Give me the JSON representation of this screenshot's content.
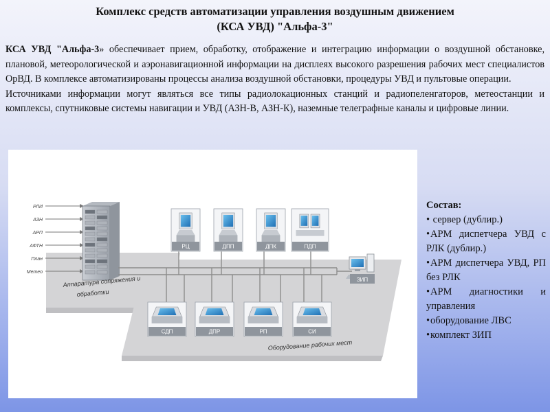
{
  "header": {
    "title_line1": "Комплекс средств автоматизации управления воздушным движением",
    "title_line2": "(КСА УВД) \"Альфа-3\""
  },
  "intro": {
    "lead_bold": "КСА УВД \"Альфа-3",
    "para1_rest": "» обеспечивает прием, обработку, отображение и интеграцию информации о воздушной обстановке, плановой, метеорологической и аэронавигационной информации на дисплеях высокого разрешения рабочих мест специалистов ОрВД. В комплексе автоматизированы процессы анализа воздушной обстановки, процедуры УВД и пультовые операции.",
    "para2": "Источниками информации могут являться все типы радиолокационных станций и радиопеленгаторов, метеостанции и комплексы, спутниковые системы навигации и УВД (АЗН-В, АЗН-К), наземные телеграфные каналы и цифровые линии."
  },
  "diagram": {
    "inputs": [
      "РЛИ",
      "АЗН",
      "АРП",
      "АФТН",
      "План",
      "Метео"
    ],
    "rack_caption_line1": "Аппаратура сопряжения и",
    "rack_caption_line2": "обработки",
    "top_stations": [
      "РЦ",
      "ДПП",
      "ДПК",
      "ПДП"
    ],
    "bottom_stations": [
      "СДП",
      "ДПР",
      "РП",
      "СИ"
    ],
    "spare_label": "ЗИП",
    "workstations_caption": "Оборудование рабочих мест"
  },
  "composition": {
    "title": "Состав:",
    "items": [
      " сервер (дублир.)",
      "АРМ диспетчера УВД с РЛК (дублир.)",
      "АРМ диспетчера УВД, РП без РЛК",
      "АРМ диагностики и управления",
      "оборудование ЛВС",
      "комплект ЗИП"
    ]
  },
  "colors": {
    "platform": "#d4d4d6",
    "network_line": "#8c8c8c",
    "screen": "#3f9ad6"
  }
}
